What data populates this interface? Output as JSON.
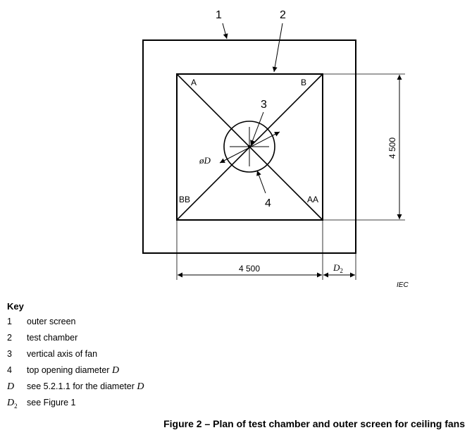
{
  "diagram": {
    "callouts": [
      "1",
      "2",
      "3",
      "4"
    ],
    "corners": {
      "a": "A",
      "b": "B",
      "aa": "AA",
      "bb": "BB"
    },
    "diameter_label": "øD",
    "dim_vertical": "4 500",
    "dim_horizontal": "4 500",
    "dim_d2_main": "D",
    "dim_d2_sub": "2",
    "source": "IEC"
  },
  "key": {
    "title": "Key",
    "items": [
      {
        "sym": "1",
        "desc": "outer screen"
      },
      {
        "sym": "2",
        "desc": "test chamber"
      },
      {
        "sym": "3",
        "desc": "vertical axis of fan"
      },
      {
        "sym": "4",
        "desc": "top opening diameter",
        "desc_var": "D"
      },
      {
        "sym": "D",
        "desc": "see 5.2.1.1 for the diameter",
        "desc_var": "D"
      },
      {
        "sym": "D",
        "sym_sub": "2",
        "desc": "see Figure 1"
      }
    ]
  },
  "caption": "Figure 2 – Plan of test chamber and outer screen for ceiling fans"
}
